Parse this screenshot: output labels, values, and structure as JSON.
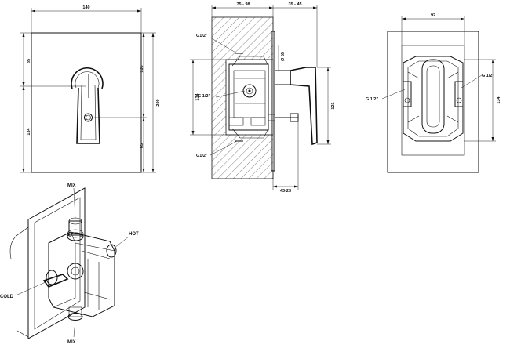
{
  "front_view": {
    "width_dim": "140",
    "upper_dim": "85",
    "lower_dim": "134",
    "total_height_dim": "200",
    "center_upper_dim": "135",
    "center_lower_dim": "65"
  },
  "side_view": {
    "depth_range_dim": "75 - 98",
    "projection_dim": "35 - 45",
    "thread_top": "G1/2\"",
    "thread_middle": "G 1/2\"",
    "thread_bottom": "G1/2\"",
    "diameter_dim": "Ø 55",
    "height_dim": "134",
    "offset_dim": "121",
    "protrusion_dim": "43-23"
  },
  "back_view": {
    "width_dim": "92",
    "thread_left": "G 1/2\"",
    "thread_right": "G 1/2\"",
    "height_dim": "134"
  },
  "iso_view": {
    "label_mix_top": "MIX",
    "label_hot": "HOT",
    "label_cold": "COLD",
    "label_mix_bottom": "MIX"
  }
}
